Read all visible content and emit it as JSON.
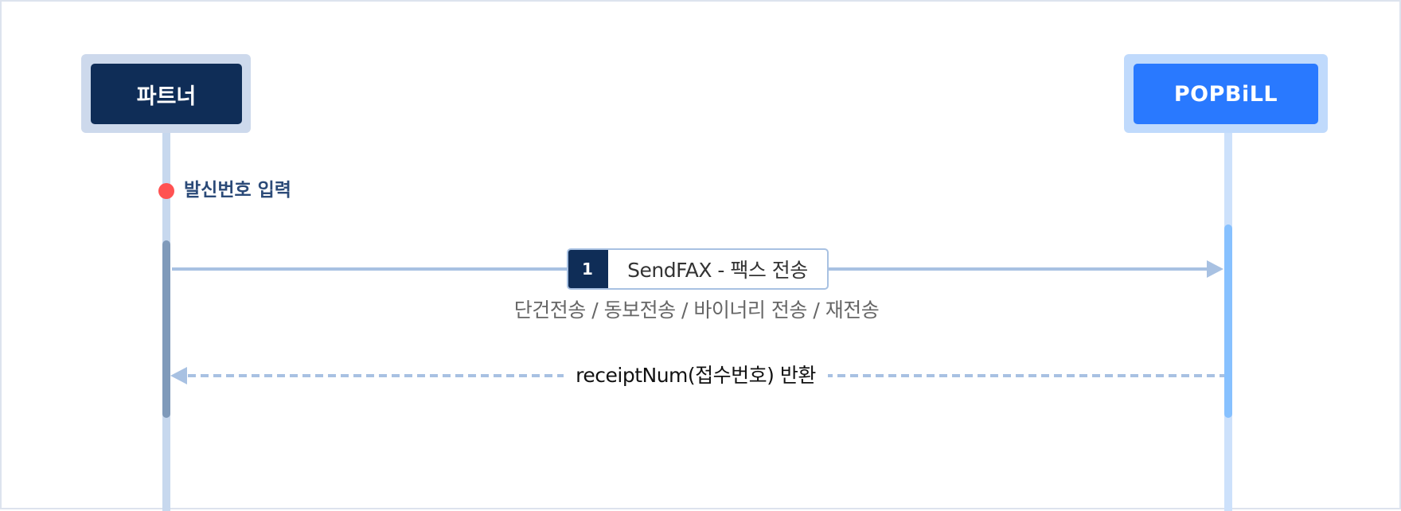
{
  "actors": [
    {
      "name": "파트너",
      "color": "#0f2d57",
      "frame_color": "#cdd9ec"
    },
    {
      "name": "POPBiLL",
      "color": "#2979ff",
      "frame_color": "#c0dafc"
    }
  ],
  "note": {
    "text": "발신번호 입력",
    "dot_color": "#ff5252"
  },
  "messages": [
    {
      "step": "1",
      "label": "SendFAX - 팩스 전송",
      "subtitle": "단건전송 / 동보전송 / 바이너리 전송 / 재전송",
      "from": "파트너",
      "to": "POPBiLL",
      "style": "solid"
    },
    {
      "label": "receiptNum(접수번호) 반환",
      "from": "POPBiLL",
      "to": "파트너",
      "style": "dashed"
    }
  ],
  "colors": {
    "arrow": "#a8c1e2",
    "left_activation": "#7f9aba",
    "right_activation": "#87c1ff"
  }
}
